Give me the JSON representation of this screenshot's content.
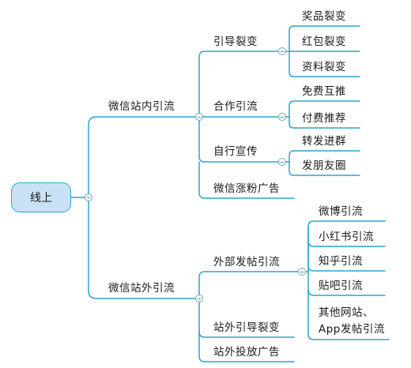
{
  "root": "线上",
  "internal": {
    "title": "微信站内引流",
    "guide": {
      "title": "引导裂变",
      "items": [
        "奖品裂变",
        "红包裂变",
        "资料裂变"
      ]
    },
    "coop": {
      "title": "合作引流",
      "items": [
        "免费互推",
        "付费推荐"
      ]
    },
    "self": {
      "title": "自行宣传",
      "items": [
        "转发进群",
        "发朋友圈"
      ]
    },
    "ads": "微信涨粉广告"
  },
  "external": {
    "title": "微信站外引流",
    "posting": {
      "title": "外部发帖引流",
      "items": [
        "微博引流",
        "小红书引流",
        "知乎引流",
        "贴吧引流"
      ],
      "other_line1": "其他网站、",
      "other_line2": "App发帖引流"
    },
    "fission": "站外引导裂变",
    "ads": "站外投放广告"
  },
  "colors": {
    "line": "#2aa6c9",
    "root_fill": "#c9e2f7"
  }
}
